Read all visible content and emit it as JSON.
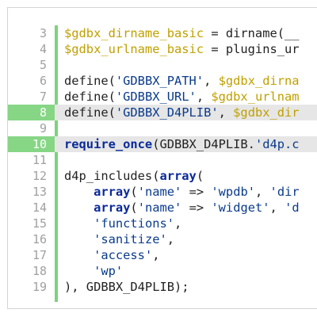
{
  "editor": {
    "highlighted_lines": [
      8,
      10
    ],
    "lines": [
      {
        "num": "3",
        "parts": [
          {
            "t": "v",
            "x": "$gdbx_dirname_basic"
          },
          {
            "t": "p",
            "x": " = dirname(__"
          }
        ]
      },
      {
        "num": "4",
        "parts": [
          {
            "t": "v",
            "x": "$gdbx_urlname_basic"
          },
          {
            "t": "p",
            "x": " = plugins_ur"
          }
        ]
      },
      {
        "num": "5",
        "parts": []
      },
      {
        "num": "6",
        "parts": [
          {
            "t": "p",
            "x": "define("
          },
          {
            "t": "s",
            "x": "'GDBBX_PATH'"
          },
          {
            "t": "p",
            "x": ", "
          },
          {
            "t": "v",
            "x": "$gdbx_dirna"
          }
        ]
      },
      {
        "num": "7",
        "parts": [
          {
            "t": "p",
            "x": "define("
          },
          {
            "t": "s",
            "x": "'GDBBX_URL'"
          },
          {
            "t": "p",
            "x": ", "
          },
          {
            "t": "v",
            "x": "$gdbx_urlnam"
          }
        ]
      },
      {
        "num": "8",
        "parts": [
          {
            "t": "p",
            "x": "define("
          },
          {
            "t": "s",
            "x": "'GDBBX_D4PLIB'"
          },
          {
            "t": "p",
            "x": ", "
          },
          {
            "t": "v",
            "x": "$gdbx_dir"
          }
        ]
      },
      {
        "num": "9",
        "parts": []
      },
      {
        "num": "10",
        "parts": [
          {
            "t": "k",
            "x": "require_once"
          },
          {
            "t": "p",
            "x": "(GDBBX_D4PLIB."
          },
          {
            "t": "s",
            "x": "'d4p.c"
          }
        ]
      },
      {
        "num": "11",
        "parts": []
      },
      {
        "num": "12",
        "parts": [
          {
            "t": "p",
            "x": "d4p_includes("
          },
          {
            "t": "k",
            "x": "array"
          },
          {
            "t": "p",
            "x": "("
          }
        ]
      },
      {
        "num": "13",
        "parts": [
          {
            "t": "p",
            "x": "    "
          },
          {
            "t": "k",
            "x": "array"
          },
          {
            "t": "p",
            "x": "("
          },
          {
            "t": "s",
            "x": "'name'"
          },
          {
            "t": "p",
            "x": " => "
          },
          {
            "t": "s",
            "x": "'wpdb'"
          },
          {
            "t": "p",
            "x": ", "
          },
          {
            "t": "s",
            "x": "'dir"
          }
        ]
      },
      {
        "num": "14",
        "parts": [
          {
            "t": "p",
            "x": "    "
          },
          {
            "t": "k",
            "x": "array"
          },
          {
            "t": "p",
            "x": "("
          },
          {
            "t": "s",
            "x": "'name'"
          },
          {
            "t": "p",
            "x": " => "
          },
          {
            "t": "s",
            "x": "'widget'"
          },
          {
            "t": "p",
            "x": ", "
          },
          {
            "t": "s",
            "x": "'d"
          }
        ]
      },
      {
        "num": "15",
        "parts": [
          {
            "t": "p",
            "x": "    "
          },
          {
            "t": "s",
            "x": "'functions'"
          },
          {
            "t": "p",
            "x": ","
          }
        ]
      },
      {
        "num": "16",
        "parts": [
          {
            "t": "p",
            "x": "    "
          },
          {
            "t": "s",
            "x": "'sanitize'"
          },
          {
            "t": "p",
            "x": ","
          }
        ]
      },
      {
        "num": "17",
        "parts": [
          {
            "t": "p",
            "x": "    "
          },
          {
            "t": "s",
            "x": "'access'"
          },
          {
            "t": "p",
            "x": ","
          }
        ]
      },
      {
        "num": "18",
        "parts": [
          {
            "t": "p",
            "x": "    "
          },
          {
            "t": "s",
            "x": "'wp'"
          }
        ]
      },
      {
        "num": "19",
        "parts": [
          {
            "t": "p",
            "x": "), GDBBX_D4PLIB);"
          }
        ]
      }
    ]
  }
}
